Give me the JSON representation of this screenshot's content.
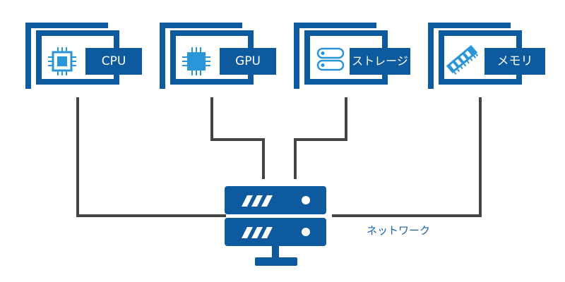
{
  "resources": [
    {
      "label": "CPU",
      "icon": "cpu-chip-icon"
    },
    {
      "label": "GPU",
      "icon": "gpu-chip-icon"
    },
    {
      "label": "ストレージ",
      "icon": "storage-drive-icon"
    },
    {
      "label": "メモリ",
      "icon": "memory-module-icon"
    }
  ],
  "network": {
    "label": "ネットワーク",
    "icon": "network-switch-icon"
  },
  "colors": {
    "card_blue": "#0d5a9e",
    "chip_blue": "#2a95d8",
    "connector_line": "#444444",
    "network_text": "#1d63a8",
    "background": "#ffffff"
  }
}
